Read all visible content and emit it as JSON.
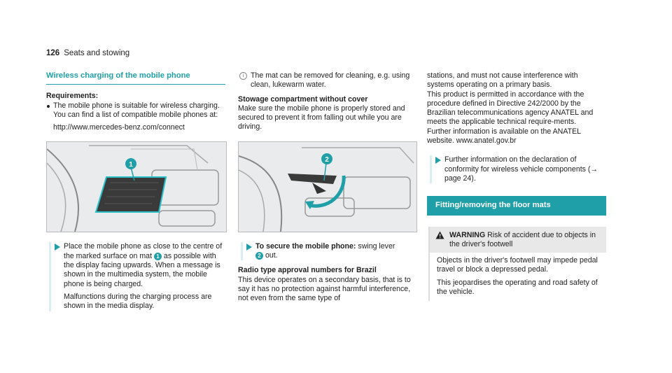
{
  "header": {
    "page_number": "126",
    "section": "Seats and stowing"
  },
  "col1": {
    "title": "Wireless charging of the mobile phone",
    "requirements_label": "Requirements:",
    "req_item": "The mobile phone is suitable for wireless charging. You can find a list of compatible mobile phones at:",
    "url": "http://www.mercedes-benz.com/connect",
    "step_a": "Place the mobile phone as close to the centre of the marked surface on mat",
    "step_marker": "1",
    "step_b": "as possible with the display facing upwards. When a message is shown in the multimedia system, the mobile phone is being charged.",
    "step_p2": "Malfunctions during the charging process are shown in the media display.",
    "figure_marker": "1"
  },
  "col2": {
    "note": "The mat can be removed for cleaning, e.g. using clean, lukewarm water.",
    "stowage_title": "Stowage compartment without cover",
    "stowage_text": "Make sure the mobile phone is properly stored and secured to prevent it from falling out while you are driving.",
    "figure_marker": "2",
    "step_label": "To secure the mobile phone:",
    "step_text": "swing lever",
    "step_marker": "2",
    "step_end": "out.",
    "radio_title": "Radio type approval numbers for Brazil",
    "radio_text": "This device operates on a secondary basis, that is to say it has no protection against harmful interference, not even from the same type of"
  },
  "col3": {
    "para1": "stations, and must not cause interference with systems operating on a primary basis.",
    "para2": "This product is permitted in accordance with the procedure defined in Directive 242/2000 by the Brazilian telecommunications agency ANATEL and meets the applicable technical require-ments.",
    "para3": "Further information is available on the ANATEL website. www.anatel.gov.br",
    "step": "Further information on the declaration of conformity for wireless vehicle components (→ page 24).",
    "bar_title": "Fitting/removing the floor mats",
    "warning_label": "WARNING",
    "warning_head": "Risk of accident due to objects in the driver's footwell",
    "warning_p1": "Objects in the driver's footwell may impede pedal travel or block a depressed pedal.",
    "warning_p2": "This jeopardises the operating and road safety of the vehicle."
  },
  "colors": {
    "accent": "#1fa0a8",
    "warning_bg": "#e8e8e8"
  }
}
